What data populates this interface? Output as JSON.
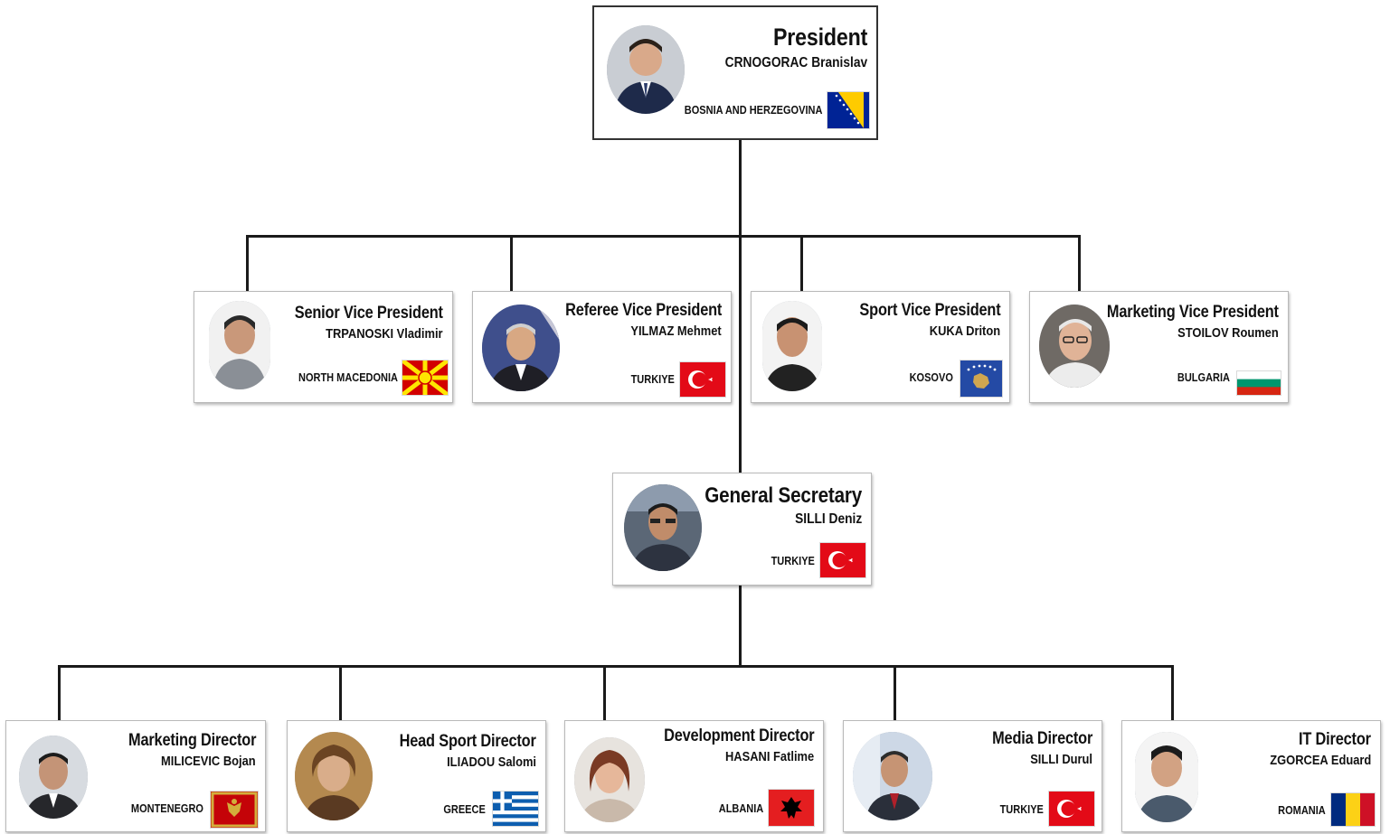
{
  "president": {
    "role": "President",
    "name": "CRNOGORAC Branislav",
    "country": "BOSNIA AND HERZEGOVINA",
    "flag_icon": "bosnia-flag-icon"
  },
  "vice_presidents": [
    {
      "role": "Senior Vice President",
      "name": "TRPANOSKI Vladimir",
      "country": "NORTH MACEDONIA",
      "flag_icon": "north-macedonia-flag-icon"
    },
    {
      "role": "Referee Vice President",
      "name": "YILMAZ Mehmet",
      "country": "TURKIYE",
      "flag_icon": "turkiye-flag-icon"
    },
    {
      "role": "Sport Vice President",
      "name": "KUKA Driton",
      "country": "KOSOVO",
      "flag_icon": "kosovo-flag-icon"
    },
    {
      "role": "Marketing Vice President",
      "name": "STOILOV Roumen",
      "country": "BULGARIA",
      "flag_icon": "bulgaria-flag-icon"
    }
  ],
  "secretary": {
    "role": "General Secretary",
    "name": "SILLI Deniz",
    "country": "TURKIYE",
    "flag_icon": "turkiye-flag-icon"
  },
  "directors": [
    {
      "role": "Marketing Director",
      "name": "MILICEVIC Bojan",
      "country": "MONTENEGRO",
      "flag_icon": "montenegro-flag-icon"
    },
    {
      "role": "Head Sport Director",
      "name": "ILIADOU Salomi",
      "country": "GREECE",
      "flag_icon": "greece-flag-icon"
    },
    {
      "role": "Development Director",
      "name": "HASANI Fatlime",
      "country": "ALBANIA",
      "flag_icon": "albania-flag-icon"
    },
    {
      "role": "Media Director",
      "name": "SILLI Durul",
      "country": "TURKIYE",
      "flag_icon": "turkiye-flag-icon"
    },
    {
      "role": "IT Director",
      "name": "ZGORCEA Eduard",
      "country": "ROMANIA",
      "flag_icon": "romania-flag-icon"
    }
  ],
  "colors": {
    "connector": "#1a1a1a",
    "card_border": "#b9b9b9"
  }
}
